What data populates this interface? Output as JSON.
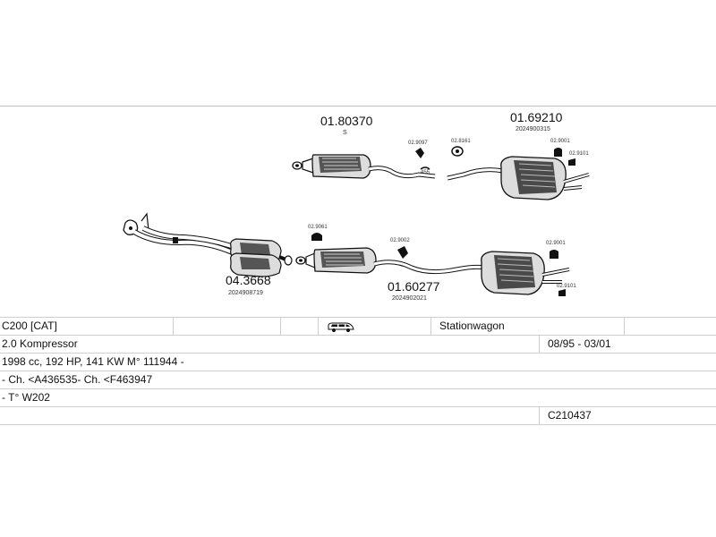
{
  "diagram": {
    "parts": {
      "p01_80370": {
        "number": "01.80370",
        "sub": "S"
      },
      "p01_69210": {
        "number": "01.69210",
        "sub": "2024900315"
      },
      "p04_3668": {
        "number": "04.3668",
        "sub": "2024908719"
      },
      "p01_60277": {
        "number": "01.60277",
        "sub": "2024902021"
      },
      "c02_9097": "02.9097",
      "c02_8161": "02.8161",
      "c02_9001_top": "02.9001",
      "c02_9101_top": "02.9101",
      "c02_9061": "02.9061",
      "c02_9002": "02.9002",
      "c02_9001_bottom": "02.9001",
      "c02_9101_bottom": "02.9101",
      "c_455": "455"
    }
  },
  "vehicle": {
    "model": "C200  [CAT]",
    "body_type": "Stationwagon",
    "body_icon": "station-wagon-icon",
    "engine": "2.0 Kompressor",
    "years": "08/95 - 03/01",
    "specs": "1998 cc, 192 HP, 141 KW M° 111944 -",
    "chassis": "- Ch. <A436535- Ch. <F463947",
    "type": "- T° W202",
    "code": "C210437"
  }
}
